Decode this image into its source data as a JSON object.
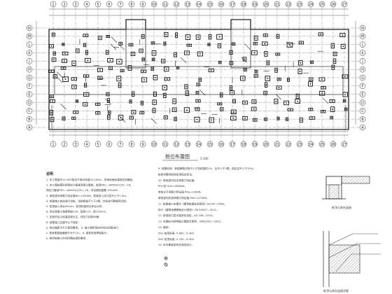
{
  "plan": {
    "title": "桩位布置图",
    "scale": "1:100",
    "axes_top": [
      "1",
      "2",
      "3",
      "4",
      "5",
      "6",
      "7",
      "8",
      "9",
      "10",
      "11",
      "12",
      "13",
      "14",
      "15",
      "16",
      "17",
      "18",
      "19",
      "20",
      "21",
      "22",
      "23",
      "24",
      "25",
      "26",
      "27"
    ],
    "axes_left": [
      "N",
      "M",
      "L",
      "K",
      "J",
      "H",
      "G",
      "F",
      "E",
      "D",
      "C",
      "B",
      "A"
    ]
  },
  "notes": {
    "left_header": "说明",
    "left": [
      "1. 本工程室内±0.000相当于绝对标高53.100m，场地地面标高按实测确定。",
      "2. 本工程桩基采用预应力高强混凝土管桩，桩型PHC—AB500(125)—16。",
      "   预应力管桩PHC—AB500(125)—16，详见国标图集 10G409。",
      "3. 单桩竖向承载力特征值Ra=1300kN，桩端进入持力层不小于1.0m。",
      "4. 桩基施工前应进行试桩，试桩数量不少于3根，并应进行静载荷试验。",
      "5. 桩顶嵌入承台50mm，桩顶标高详见承台大样。",
      "6. 承台混凝土强度等级C30，垫层C15，厚100mm。",
      "7. 压桩时应以标高控制为主，终压力控制为辅。",
      "8. 桩基施工应遵守以下规定：",
      "   a. 桩位偏差不大于规范要求；  b. 施工顺序宜由中间向四周进行；",
      "   c. 桩身垂直度偏差不大于1%；  d. 接桩采用焊接接头；",
      "   e. 相邻桩施工时间间隔应满足要求。"
    ],
    "right": [
      "9. 桩基检测：单桩静载试验不少于总桩数的1%，且不少于3根；低应变不少于20%。",
      "   桩身完整性检测采用低应变法。",
      "10. 单桩竖向抗压承载力特征值：",
      "    PHC桩 Quk=2600kN。",
      "    单桩水平承载力特征值 Rha=130kN。",
      "    单桩竖向抗拔承载力特征值 Rta=1270kN。",
      "11. 桩基施工应遵守《建筑桩基技术规范》JGJ 94—2008。",
      "    执行《建筑地基基础设计规范》GB 50007—2011。",
      "12. 桩端持力层为强风化泥岩，JGJ 106—2014。",
      "13. 本图应与结构施工图配合使用，GB50202—2002。",
      "14. 图例：",
      "    ZH1  桩顶标高 -5.600, -5.400",
      "    ZH2  桩顶标高 -5.700, -6.300",
      "15. 未尽事宜按有关规范执行。"
    ]
  },
  "details": {
    "top_caption": "桩顶与承台连接",
    "bottom_caption": "桩顶与承台连接详图"
  }
}
